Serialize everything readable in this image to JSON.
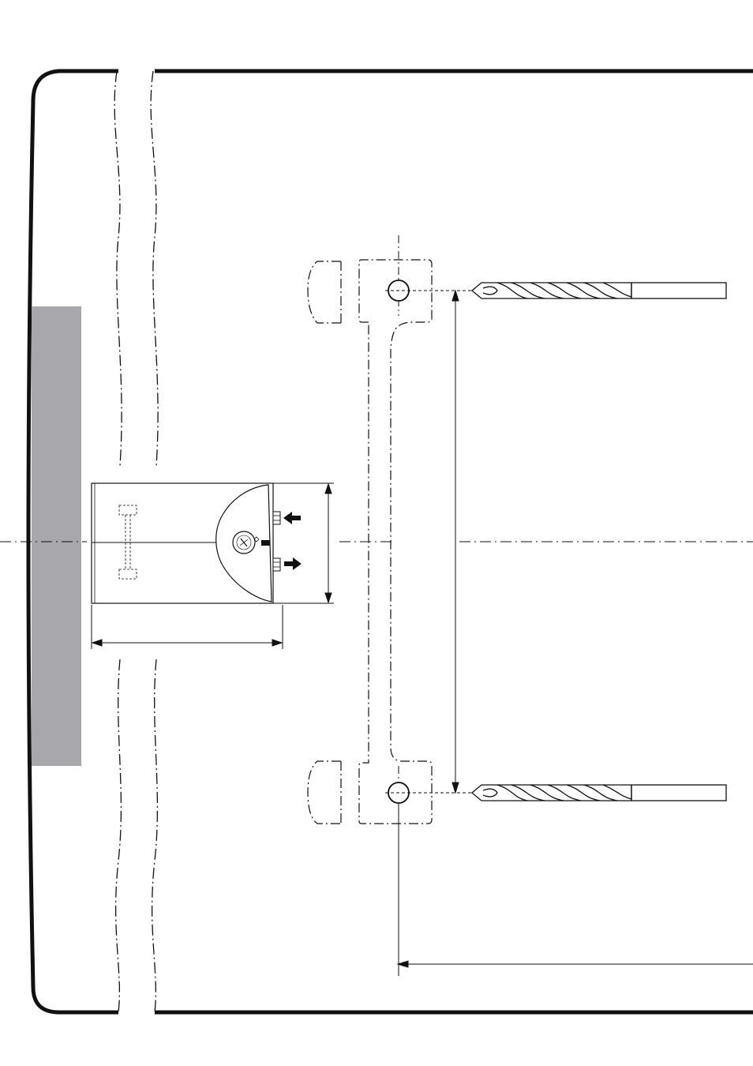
{
  "page": {
    "background": "#ffffff",
    "line_color": "#111111",
    "panel_color": "#a8a8ac"
  },
  "figure": {
    "panel_label": "",
    "icons": {
      "appliance": "water-heater-icon",
      "drill_bit": "drill-bit-icon",
      "template": "mounting-template-icon"
    },
    "dimensions": [
      {
        "name": "drill-hole-spacing",
        "label": ""
      },
      {
        "name": "appliance-height",
        "label": ""
      },
      {
        "name": "appliance-width",
        "label": ""
      },
      {
        "name": "hole-offset",
        "label": ""
      }
    ]
  }
}
